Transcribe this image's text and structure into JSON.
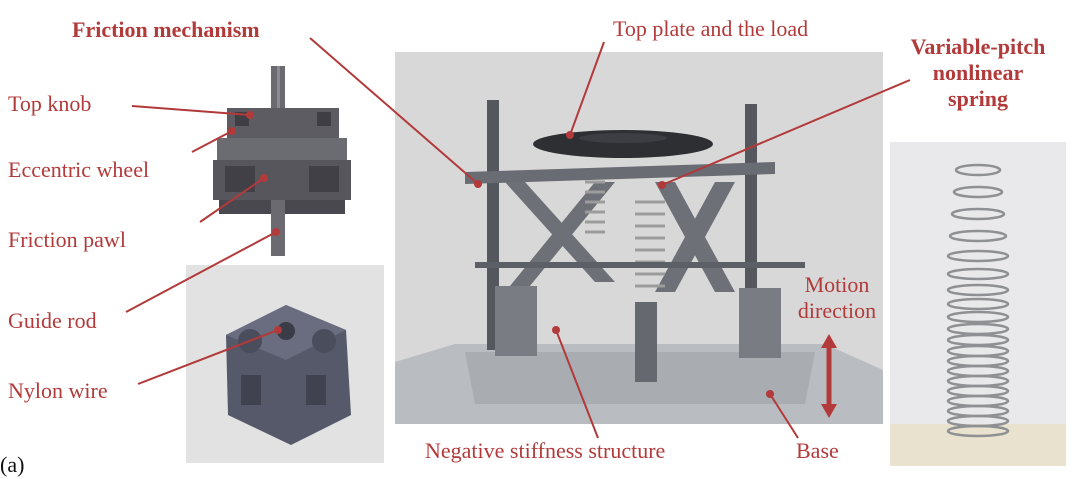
{
  "labels": {
    "friction_mechanism": "Friction mechanism",
    "top_knob": "Top knob",
    "eccentric_wheel": "Eccentric wheel",
    "friction_pawl": "Friction pawl",
    "guide_rod": "Guide rod",
    "nylon_wire": "Nylon wire",
    "top_plate": "Top plate and the load",
    "variable_pitch_line1": "Variable-pitch",
    "variable_pitch_line2": "nonlinear",
    "variable_pitch_line3": "spring",
    "motion_line1": "Motion",
    "motion_line2": "direction",
    "negative_stiffness": "Negative stiffness structure",
    "base": "Base",
    "panel_tag": "(a)"
  },
  "colors": {
    "annotation": "#b23a3a",
    "mechanism_gray": "#5f5f66",
    "photo_bg": "#d9d9d9",
    "spring": "#9a9a9a"
  }
}
